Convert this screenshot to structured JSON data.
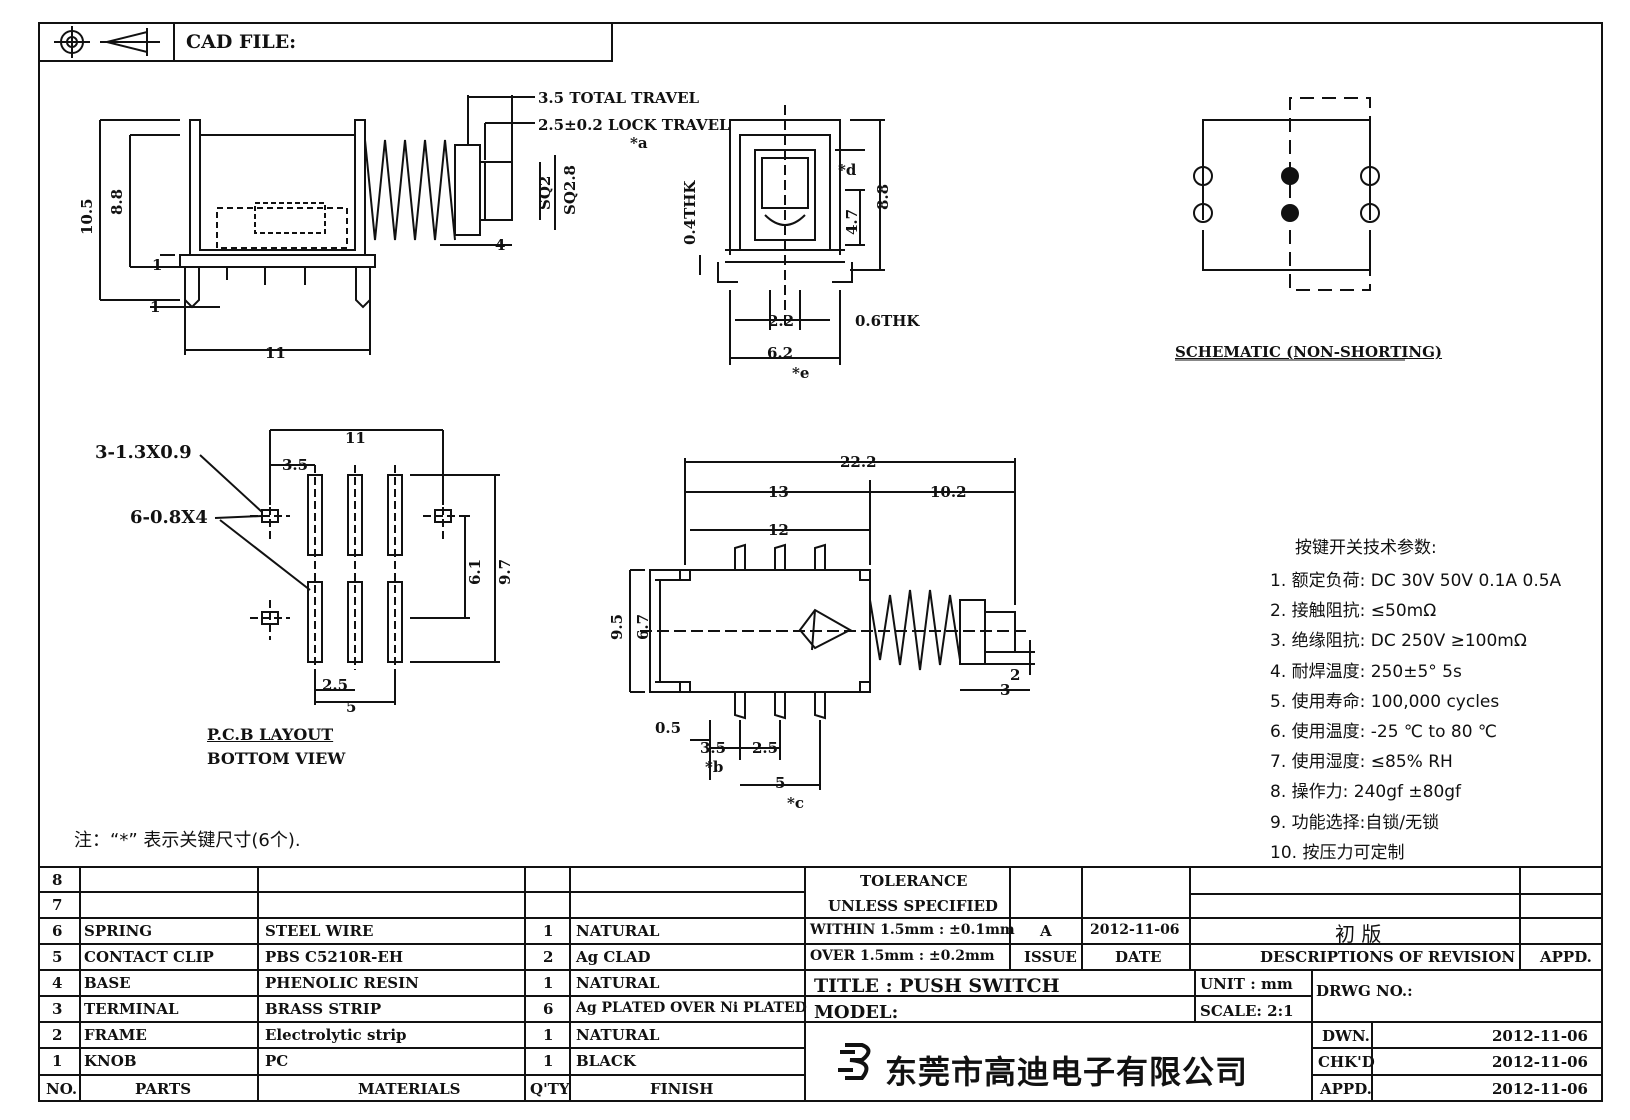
{
  "header": {
    "cad_file_label": "CAD FILE:"
  },
  "dims": {
    "total_travel": "3.5 TOTAL TRAVEL",
    "lock_travel": "2.5±0.2 LOCK TRAVEL",
    "star_a": "*a",
    "d105": "10.5",
    "d88a": "8.8",
    "d1a": "1",
    "d1b": "1",
    "d11a": "11",
    "d4": "4",
    "sq2": "SQ2",
    "sq28": "SQ2.8",
    "thk04": "0.4THK",
    "star_d": "*d",
    "d47": "4.7",
    "d88b": "8.8",
    "d22": "2.2",
    "thk06": "0.6THK",
    "d62": "6.2",
    "star_e": "*e",
    "pad3": "3-1.3X0.9",
    "pad6": "6-0.8X4",
    "d11b": "11",
    "d35a": "3.5",
    "d61": "6.1",
    "d97": "9.7",
    "d25a": "2.5",
    "d5a": "5",
    "d222": "22.2",
    "d13": "13",
    "d102": "10.2",
    "d12": "12",
    "d95": "9.5",
    "d67": "6.7",
    "d2": "2",
    "d3": "3",
    "d05": "0.5",
    "d35b": "3.5",
    "star_b": "*b",
    "d25b": "2.5",
    "d5b": "5",
    "star_c": "*c"
  },
  "schematic_label": "SCHEMATIC (NON-SHORTING)",
  "pcb_layout": {
    "title": "P.C.B LAYOUT",
    "subtitle": "BOTTOM VIEW"
  },
  "note": "注：“*” 表示关键尺寸(6个).",
  "specs": {
    "heading": "按键开关技术参数:",
    "items": [
      "1.  额定负荷: DC 30V 50V    0.1A  0.5A",
      "2.  接触阻抗: ≤50mΩ",
      "3.  绝缘阻抗: DC 250V  ≥100mΩ",
      "4.  耐焊温度: 250±5°    5s",
      "5.  使用寿命: 100,000 cycles",
      "6.  使用温度: -25 ℃ to 80 ℃",
      "7.  使用湿度: ≤85% RH",
      "8.  操作力: 240gf  ±80gf",
      "9.  功能选择:自锁/无锁",
      "10.  按压力可定制"
    ]
  },
  "bom": {
    "rows": [
      {
        "no": "8",
        "part": "",
        "material": "",
        "qty": "",
        "finish": ""
      },
      {
        "no": "7",
        "part": "",
        "material": "",
        "qty": "",
        "finish": ""
      },
      {
        "no": "6",
        "part": "SPRING",
        "material": "STEEL WIRE",
        "qty": "1",
        "finish": "NATURAL"
      },
      {
        "no": "5",
        "part": "CONTACT CLIP",
        "material": "PBS C5210R-EH",
        "qty": "2",
        "finish": "Ag CLAD"
      },
      {
        "no": "4",
        "part": "BASE",
        "material": "PHENOLIC RESIN",
        "qty": "1",
        "finish": "NATURAL"
      },
      {
        "no": "3",
        "part": "TERMINAL",
        "material": "BRASS STRIP",
        "qty": "6",
        "finish": "Ag PLATED OVER Ni PLATED"
      },
      {
        "no": "2",
        "part": "FRAME",
        "material": "Electrolytic strip",
        "qty": "1",
        "finish": "NATURAL"
      },
      {
        "no": "1",
        "part": "KNOB",
        "material": "PC",
        "qty": "1",
        "finish": "BLACK"
      }
    ],
    "headers": {
      "no": "NO.",
      "part": "PARTS",
      "material": "MATERIALS",
      "qty": "Q'TY",
      "finish": "FINISH"
    }
  },
  "title_block": {
    "tolerance1": "TOLERANCE",
    "tolerance2": "UNLESS  SPECIFIED",
    "within": "WITHIN 1.5mm : ±0.1mm",
    "over": "OVER 1.5mm : ±0.2mm",
    "issue_val": "A",
    "date_val": "2012-11-06",
    "revision_desc": "初 版",
    "issue_label": "ISSUE",
    "date_label": "DATE",
    "desc_label": "DESCRIPTIONS OF REVISION",
    "appd_label": "APPD.",
    "title": "TITLE :  PUSH SWITCH",
    "unit": "UNIT :  mm",
    "drwg_no": "DRWG NO.:",
    "model": "MODEL:",
    "scale": "SCALE:  2:1",
    "dwn_label": "DWN.",
    "dwn_date": "2012-11-06",
    "chk_label": "CHK'D",
    "chk_date": "2012-11-06",
    "appd2_label": "APPD.",
    "appd_date": "2012-11-06",
    "company": "东莞市高迪电子有限公司"
  }
}
